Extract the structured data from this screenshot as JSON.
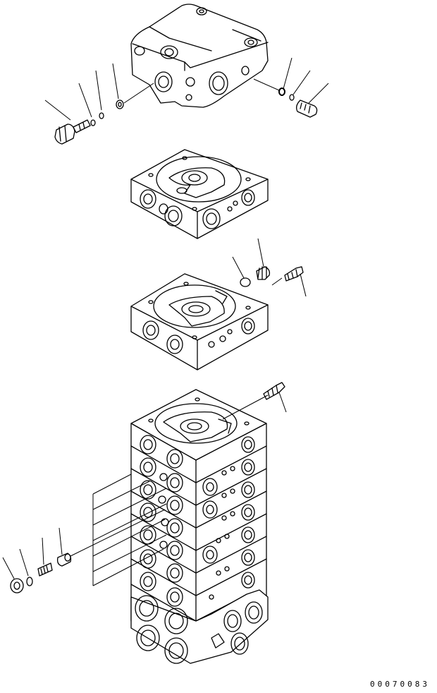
{
  "drawing_number": "00070083",
  "components": [
    {
      "name": "top-cover",
      "icon": "cover-plate-icon"
    },
    {
      "name": "section-plate-1",
      "icon": "valve-section-icon"
    },
    {
      "name": "section-plate-2",
      "icon": "valve-section-icon"
    },
    {
      "name": "main-valve-stack",
      "icon": "valve-stack-icon"
    },
    {
      "name": "plug-bolt-left",
      "icon": "plug-bolt-icon"
    },
    {
      "name": "fitting-right",
      "icon": "fitting-icon"
    },
    {
      "name": "relief-valve-small",
      "icon": "relief-valve-icon"
    },
    {
      "name": "plug-assembly-bottom-left",
      "icon": "plug-assembly-icon"
    }
  ]
}
